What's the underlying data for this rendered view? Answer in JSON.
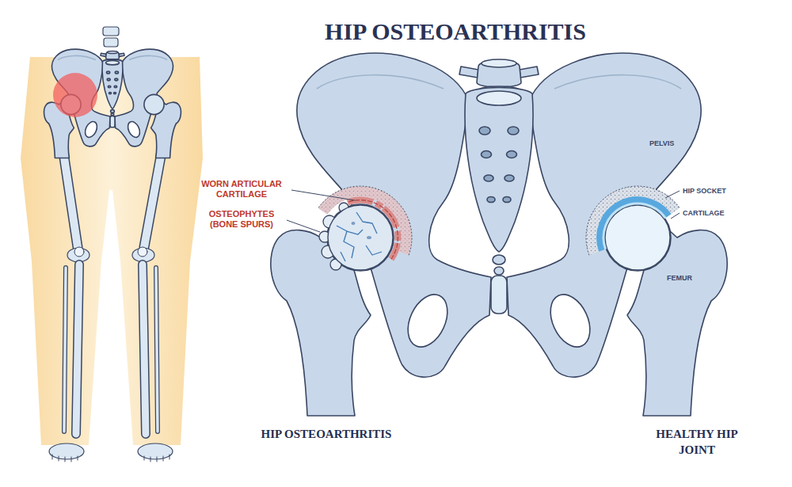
{
  "diagram": {
    "title": "HIP OSTEOARTHRITIS",
    "labels": [
      "WORN ARTICULAR CARTILAGE",
      "OSTEOPHYTES (BONE SPURS)",
      "PELVIS",
      "HIP SOCKET",
      "CARTILAGE",
      "FEMUR",
      "HIP OSTEOARTHRITIS",
      "HEALTHY HIP JOINT"
    ]
  }
}
